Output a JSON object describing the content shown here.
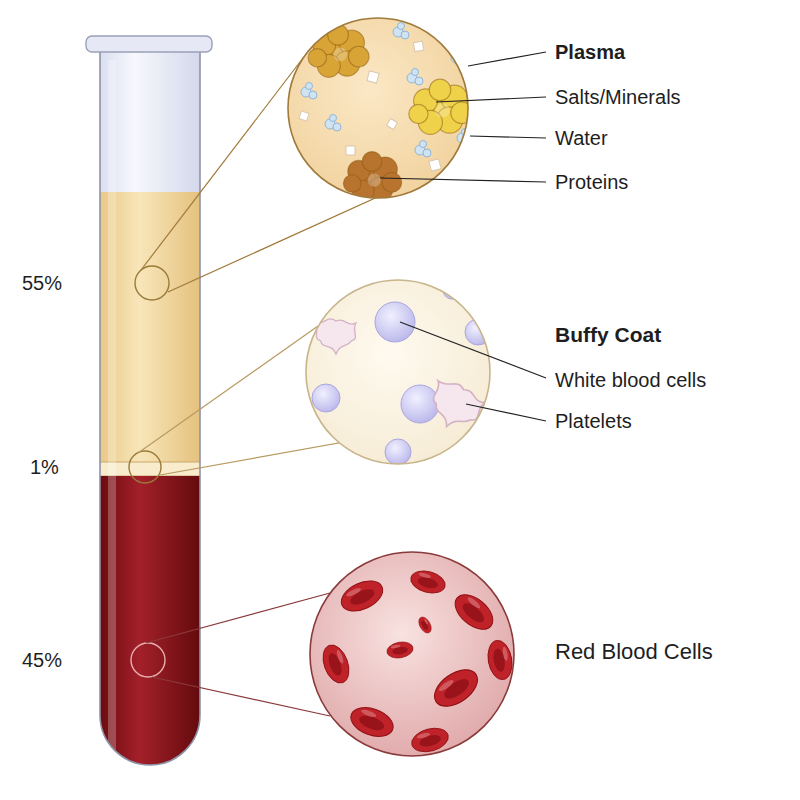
{
  "diagram": {
    "labels": [
      "55%",
      "1%",
      "45%",
      "Plasma",
      "Salts/Minerals",
      "Water",
      "Proteins",
      "Buffy Coat",
      "White blood cells",
      "Platelets",
      "Red Blood Cells"
    ]
  }
}
